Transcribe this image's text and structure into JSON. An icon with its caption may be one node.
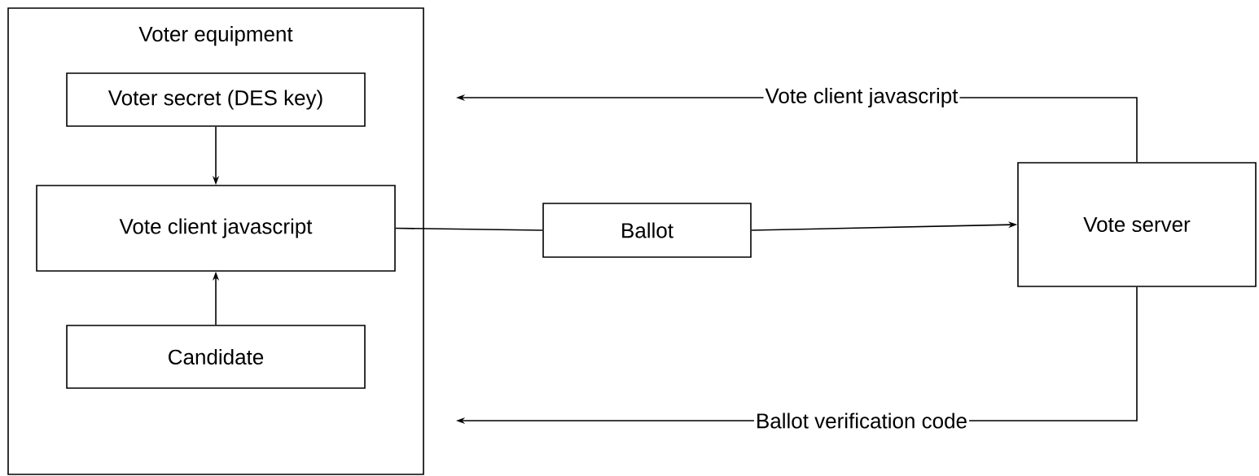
{
  "diagram": {
    "nodes": [
      {
        "text": [
          "Voter equipment"
        ]
      },
      {
        "text": [
          "Voter secret (DES key)"
        ],
        "in": 0
      },
      {
        "text": [
          "Vote client javascript"
        ],
        "in": 0
      },
      {
        "text": [
          "Candidate"
        ],
        "in": 0
      },
      {
        "text": [
          "Ballot"
        ]
      },
      {
        "text": [
          "Vote server"
        ]
      }
    ],
    "edges": [
      {
        "from": 1,
        "to": 2,
        "arrow": "to"
      },
      {
        "from": 3,
        "to": 2,
        "arrow": "to"
      },
      {
        "from": 2,
        "to": 4,
        "arrow": "none"
      },
      {
        "from": 4,
        "to": 5,
        "arrow": "to"
      },
      {
        "from": 5,
        "to": null,
        "arrow": "to",
        "label": "Vote client javascript"
      },
      {
        "from": 5,
        "to": null,
        "arrow": "to",
        "label": "Ballot verification code"
      }
    ]
  }
}
